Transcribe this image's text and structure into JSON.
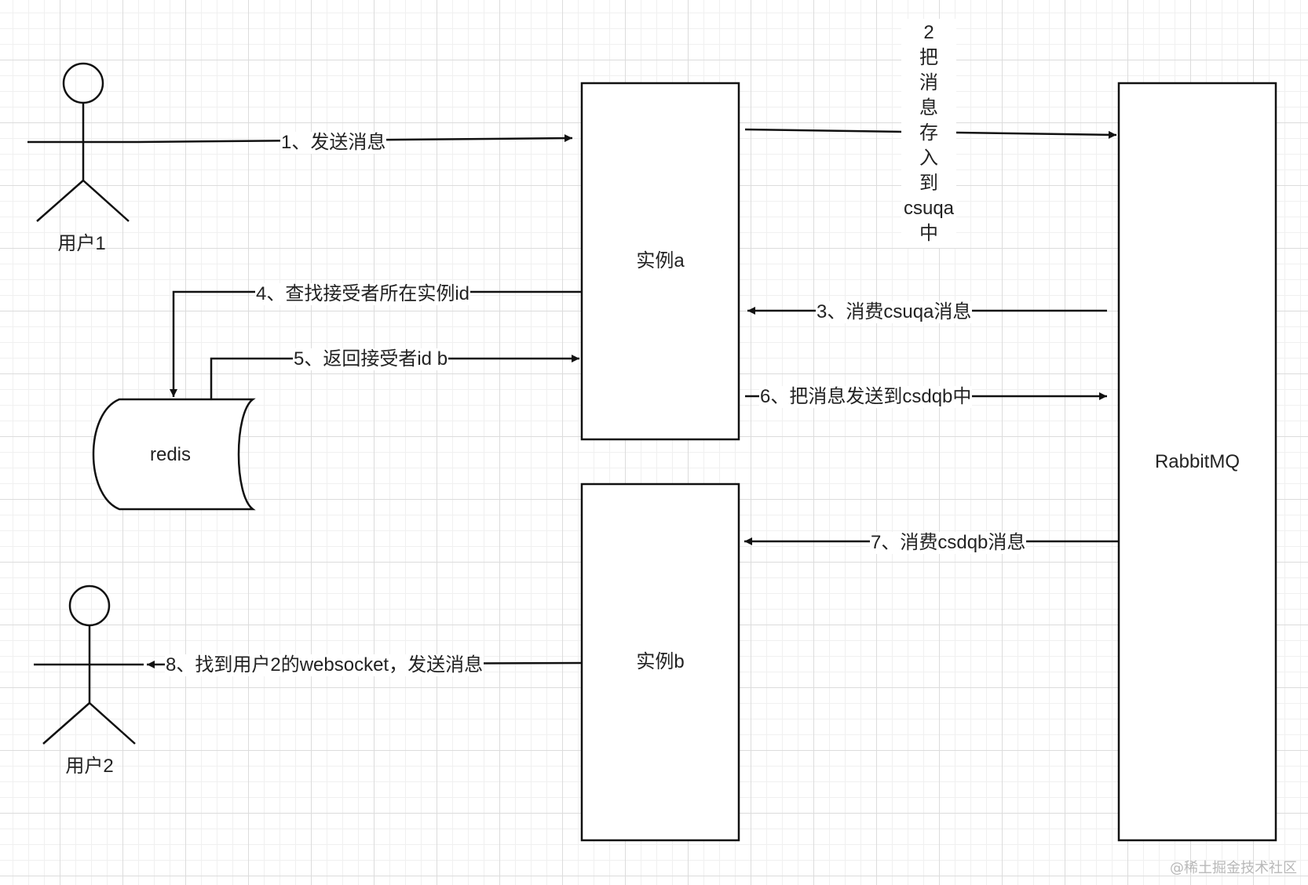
{
  "actors": {
    "user1": "用户1",
    "user2": "用户2"
  },
  "nodes": {
    "instance_a": "实例a",
    "instance_b": "实例b",
    "rabbitmq": "RabbitMQ",
    "redis": "redis"
  },
  "edges": {
    "step1": "1、发送消息",
    "step2_chars": [
      "2",
      "把",
      "消",
      "息",
      "存",
      "入",
      "到",
      "csuqa",
      "中"
    ],
    "step3": "3、消费csuqa消息",
    "step4": "4、查找接受者所在实例id",
    "step5": "5、返回接受者id b",
    "step6": "6、把消息发送到csdqb中",
    "step7": "7、消费csdqb消息",
    "step8": "8、找到用户2的websocket，发送消息"
  },
  "watermark": "@稀土掘金技术社区",
  "colors": {
    "stroke": "#111111",
    "grid_major": "#dcdcdc",
    "grid_minor": "#f0f0f0",
    "text": "#222222"
  }
}
